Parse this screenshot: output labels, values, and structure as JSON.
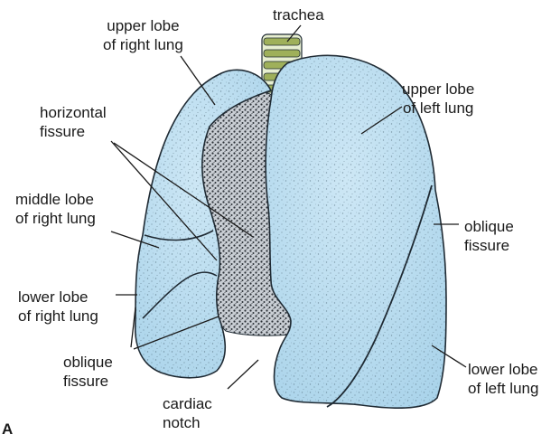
{
  "colors": {
    "lung_fill": "#a9d3ea",
    "lung_fill_light": "#cde7f5",
    "lung_outline": "#1f2a33",
    "heart_area": "#8a9099",
    "trachea_ring": "#9fb05a",
    "trachea_gap": "#e7efd0",
    "leader_line": "#1a1a1a"
  },
  "labels": {
    "trachea": "trachea",
    "upper_right": [
      "upper lobe",
      "of right lung"
    ],
    "upper_left": [
      "upper lobe",
      "of left lung"
    ],
    "horizontal": [
      "horizontal",
      "fissure"
    ],
    "middle_right": [
      "middle lobe",
      "of right lung"
    ],
    "oblique_right_side": [
      "oblique",
      "fissure"
    ],
    "lower_right": [
      "lower lobe",
      "of right lung"
    ],
    "oblique_bottom": [
      "oblique",
      "fissure"
    ],
    "cardiac": [
      "cardiac",
      "notch"
    ],
    "lower_left": [
      "lower lobe",
      "of left lung"
    ]
  },
  "panel_letter": "A"
}
